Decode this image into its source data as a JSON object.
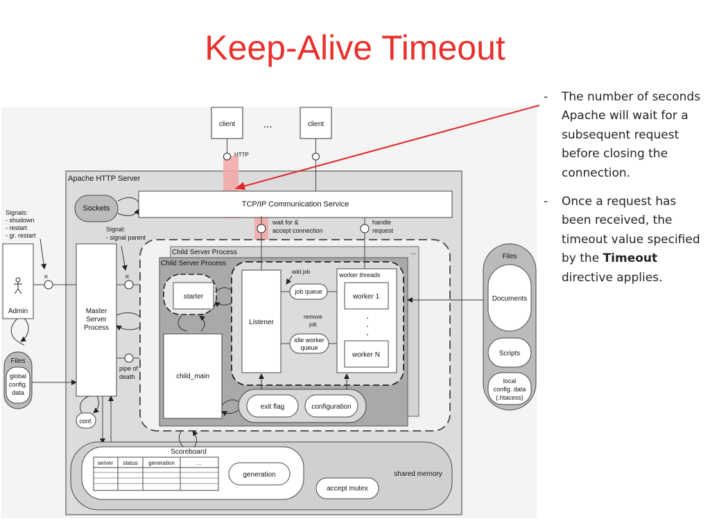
{
  "title": "Keep-Alive Timeout",
  "bullets": [
    {
      "marker": "-",
      "text": "The number of seconds Apache will wait for a subsequent request before closing the connection."
    },
    {
      "marker": "-",
      "before": "Once a request has been received, the timeout value specified by the ",
      "bold": "Timeout",
      "after": " directive applies."
    }
  ],
  "diagram": {
    "client": "client",
    "ellipsis": "...",
    "http": "HTTP",
    "server": "Apache HTTP Server",
    "sockets": "Sockets",
    "tcpip": "TCP/IP Communication Service",
    "signals_title": "Signals:",
    "signals": [
      "- shudown",
      "- restart",
      "- gr. restart"
    ],
    "admin": "Admin",
    "r": "R",
    "master": [
      "Master",
      "Server",
      "Process"
    ],
    "signal_parent": [
      "Signal:",
      "- signal parent"
    ],
    "wait_accept": [
      "wait for &",
      "accept connection"
    ],
    "handle_request": [
      "handle",
      "request"
    ],
    "child_server_process": "Child Server Process",
    "starter": "starter",
    "child_main": "child_main",
    "listener": "Listener",
    "add_job": "add job",
    "job_queue": "job queue",
    "remove_job": [
      "remove",
      "job"
    ],
    "idle_queue": [
      "idle worker",
      "queue"
    ],
    "worker_threads": "worker threads",
    "worker1": "worker 1",
    "dots": ".",
    "workerN": "worker N",
    "exit_flag": "exit flag",
    "configuration": "configuration",
    "pipe_death": [
      "pipe of",
      "death"
    ],
    "conf": "conf.",
    "files": "Files",
    "global_config": [
      "global",
      "config.",
      "data"
    ],
    "documents": "Documents",
    "scripts": "Scripts",
    "local_config": [
      "local",
      "config. data",
      "(.htacess)"
    ],
    "scoreboard": "Scoreboard",
    "scoreboard_cols": [
      "server",
      "status",
      "generation",
      "..."
    ],
    "generation": "generation",
    "shared_memory": "shared memory",
    "accept_mutex": "accept mutex"
  },
  "colors": {
    "title": "#e8302c",
    "highlight": "#f2a7a7",
    "arrow": "#e0262a"
  }
}
